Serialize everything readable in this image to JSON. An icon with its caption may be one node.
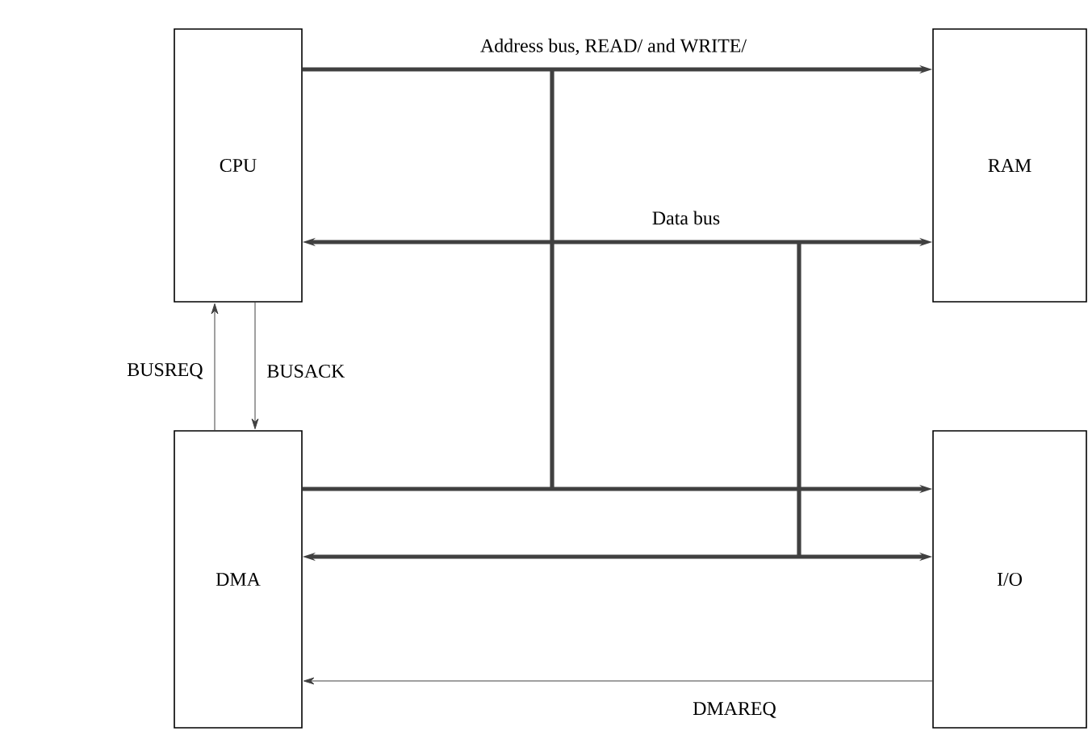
{
  "diagram": {
    "nodes": [
      {
        "text": [
          "CPU"
        ]
      },
      {
        "text": [
          "RAM"
        ]
      },
      {
        "text": [
          "DMA"
        ]
      },
      {
        "text": [
          "I/O"
        ]
      }
    ],
    "edges": [
      {
        "from": 0,
        "to": 1,
        "arrow": "to",
        "label": "Address bus, READ/ and WRITE/"
      },
      {
        "from": 0,
        "to": 1,
        "arrow": "both",
        "label": "Data bus"
      },
      {
        "from": 2,
        "to": 3,
        "arrow": "to"
      },
      {
        "from": 2,
        "to": 3,
        "arrow": "both"
      },
      {
        "from": 2,
        "to": 0,
        "arrow": "to",
        "label": "BUSREQ"
      },
      {
        "from": 0,
        "to": 2,
        "arrow": "to",
        "label": "BUSACK"
      },
      {
        "from": 3,
        "to": 2,
        "arrow": "to",
        "label": "DMAREQ"
      }
    ]
  }
}
